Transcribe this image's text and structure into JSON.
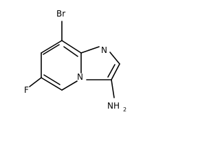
{
  "molecule": {
    "atoms": {
      "bromine": "Br",
      "fluorine": "F",
      "imidazole_nitrogen": "N",
      "bridgehead_nitrogen": "N",
      "amine_nitrogen": "NH",
      "amine_subscript": "2"
    },
    "colors": {
      "bond": "#000000",
      "text": "#000000",
      "background": "#ffffff"
    }
  }
}
